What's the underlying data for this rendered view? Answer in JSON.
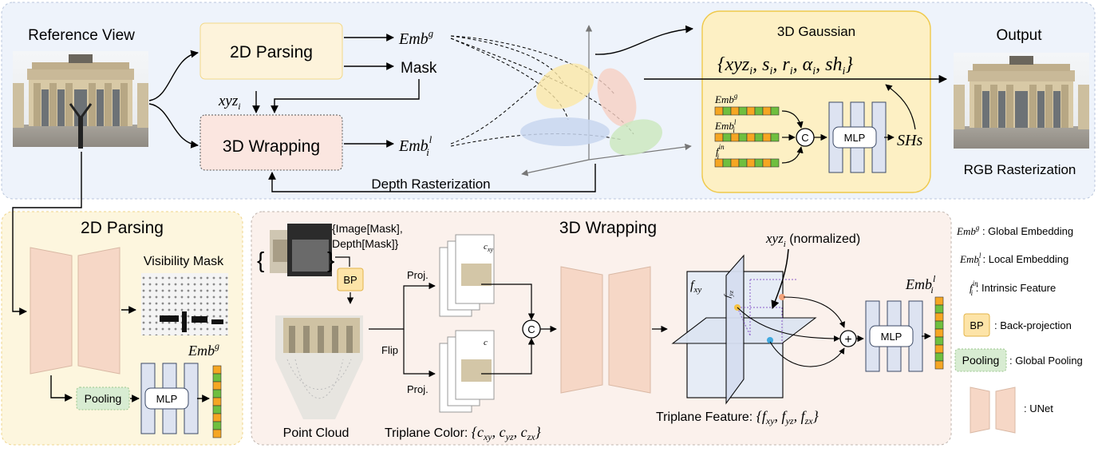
{
  "top": {
    "reference_view": "Reference View",
    "parsing_2d": "2D Parsing",
    "emb_g": "Emb",
    "emb_g_sup": "g",
    "mask": "Mask",
    "xyz_i": "xyz",
    "xyz_i_sub": "i",
    "wrapping_3d": "3D Wrapping",
    "emb_l": "Emb",
    "emb_l_sup": "l",
    "emb_l_sub": "i",
    "depth_rasterization": "Depth Rasterization",
    "gaussian_title": "3D Gaussian",
    "gaussian_params": "{xyz",
    "gaussian_params_i1": "i",
    "gaussian_params_s": ", s",
    "gaussian_params_i2": "i",
    "gaussian_params_r": ", r",
    "gaussian_params_i3": "i",
    "gaussian_params_a": ", α",
    "gaussian_params_i4": "i",
    "gaussian_params_sh": ", sh",
    "gaussian_params_i5": "i",
    "gaussian_params_end": "}",
    "g_emb_g": "Emb",
    "g_emb_g_sup": "g",
    "g_emb_l": "Emb",
    "g_emb_l_sup": "l",
    "g_emb_l_sub": "i",
    "g_f_in": "f",
    "g_f_in_sup": "in",
    "g_f_in_sub": "i",
    "concat_symbol": "C",
    "mlp": "MLP",
    "shs": "SHs",
    "output": "Output",
    "rgb_rasterization": "RGB Rasterization"
  },
  "parsing_panel": {
    "title": "2D Parsing",
    "visibility_mask": "Visibility Mask",
    "emb": "Emb",
    "emb_sup": "g",
    "pooling": "Pooling",
    "mlp": "MLP"
  },
  "wrapping_panel": {
    "title": "3D Wrapping",
    "input_line1": "{Image[Mask],",
    "input_line2": "Depth[Mask]}",
    "bp": "BP",
    "point_cloud": "Point Cloud",
    "proj_top": "Proj.",
    "proj_bottom": "Proj.",
    "flip": "Flip",
    "c_xy_label": "c",
    "c_xy_sub": "xy",
    "c_label_bottom": "c",
    "concat_symbol": "C",
    "triplane_color": "Triplane Color: ",
    "triplane_color_set": "{c",
    "tc_xy": "xy",
    "tc_sep1": ", c",
    "tc_yz": "yz",
    "tc_sep2": ", c",
    "tc_zx": "zx",
    "tc_end": "}",
    "xyz_norm": "xyz",
    "xyz_norm_sub": "i",
    "xyz_norm_suffix": " (normalized)",
    "f_xy": "f",
    "f_xy_sub": "xy",
    "f_yz": "f",
    "f_yz_sub": "yz",
    "triplane_feature": "Triplane Feature: ",
    "tf_set": "{f",
    "tf_xy": "xy",
    "tf_sep1": ", f",
    "tf_yz": "yz",
    "tf_sep2": ", f",
    "tf_zx": "zx",
    "tf_end": "}",
    "plus_symbol": "+",
    "mlp": "MLP",
    "emb_out": "Emb",
    "emb_out_sup": "l",
    "emb_out_sub": "i"
  },
  "legend": {
    "emb_g": "Emb",
    "emb_g_sup": "g",
    "emb_g_desc": " : Global Embedding",
    "emb_l": "Emb",
    "emb_l_sup": "l",
    "emb_l_sub": "i",
    "emb_l_desc": " : Local Embedding",
    "f_in": "f",
    "f_in_sup": "in",
    "f_in_sub": "i",
    "f_in_desc": " : Intrinsic Feature",
    "bp": "BP",
    "bp_desc": ": Back-projection",
    "pooling": "Pooling",
    "pooling_desc": ": Global Pooling",
    "unet_desc": ":    UNet"
  },
  "colors": {
    "top_panel_bg": "#eef3fb",
    "parsing_bg": "#fdf6de",
    "wrapping_bg": "#fbf1ec",
    "gaussian_bg": "#fdf0c4",
    "box_2d_parsing": "#fdf3db",
    "box_3d_wrapping": "#fbe6e0",
    "unet": "#f6d7c6",
    "mlp_bar": "#dde3f1",
    "embedding_orange": "#f5a623",
    "embedding_green": "#6fbf3f",
    "pooling": "#d8ecd2",
    "bp": "#fde4a8",
    "ellipse_yellow": "#fbe7a6",
    "ellipse_pink": "#f6cfc3",
    "ellipse_blue": "#c8d6ee",
    "ellipse_green": "#cde7bf"
  }
}
